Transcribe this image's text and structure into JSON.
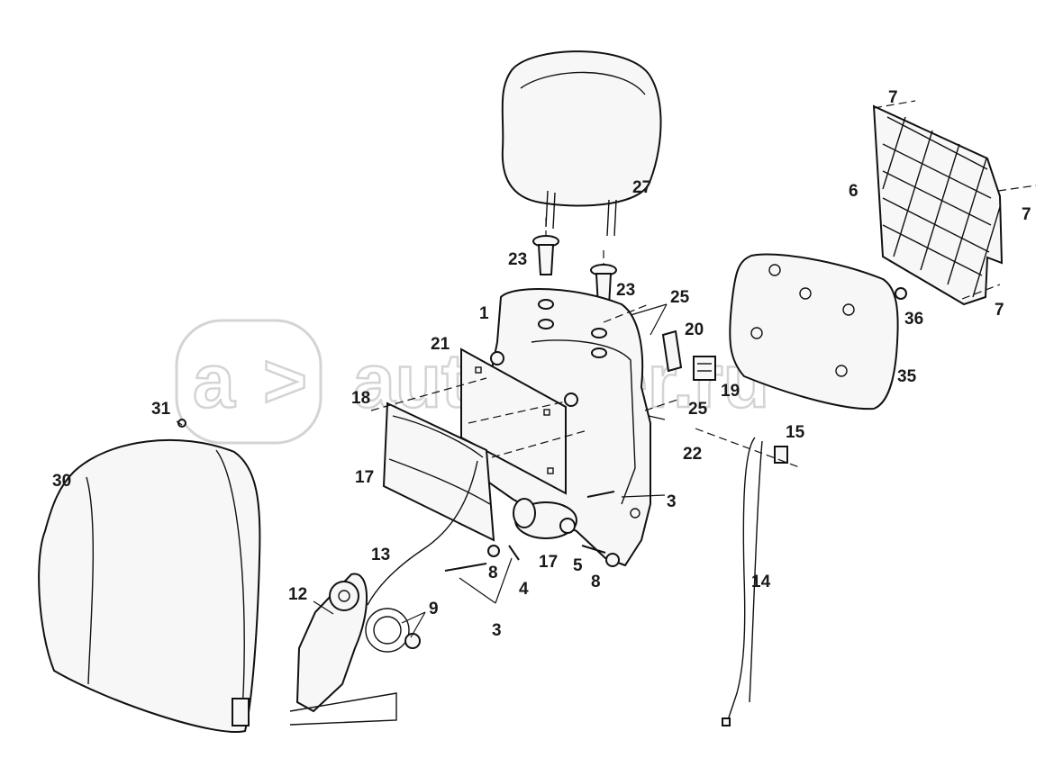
{
  "watermark": {
    "text": "autopiter.ru"
  },
  "callouts": {
    "l1": "1",
    "l3a": "3",
    "l3b": "3",
    "l4": "4",
    "l5": "5",
    "l6": "6",
    "l7a": "7",
    "l7b": "7",
    "l7c": "7",
    "l8a": "8",
    "l8b": "8",
    "l9": "9",
    "l12": "12",
    "l13": "13",
    "l14": "14",
    "l15": "15",
    "l17a": "17",
    "l17b": "17",
    "l18": "18",
    "l19": "19",
    "l20": "20",
    "l21": "21",
    "l22": "22",
    "l23a": "23",
    "l23b": "23",
    "l25a": "25",
    "l25b": "25",
    "l27": "27",
    "l30": "30",
    "l31": "31",
    "l35": "35",
    "l36": "36"
  }
}
